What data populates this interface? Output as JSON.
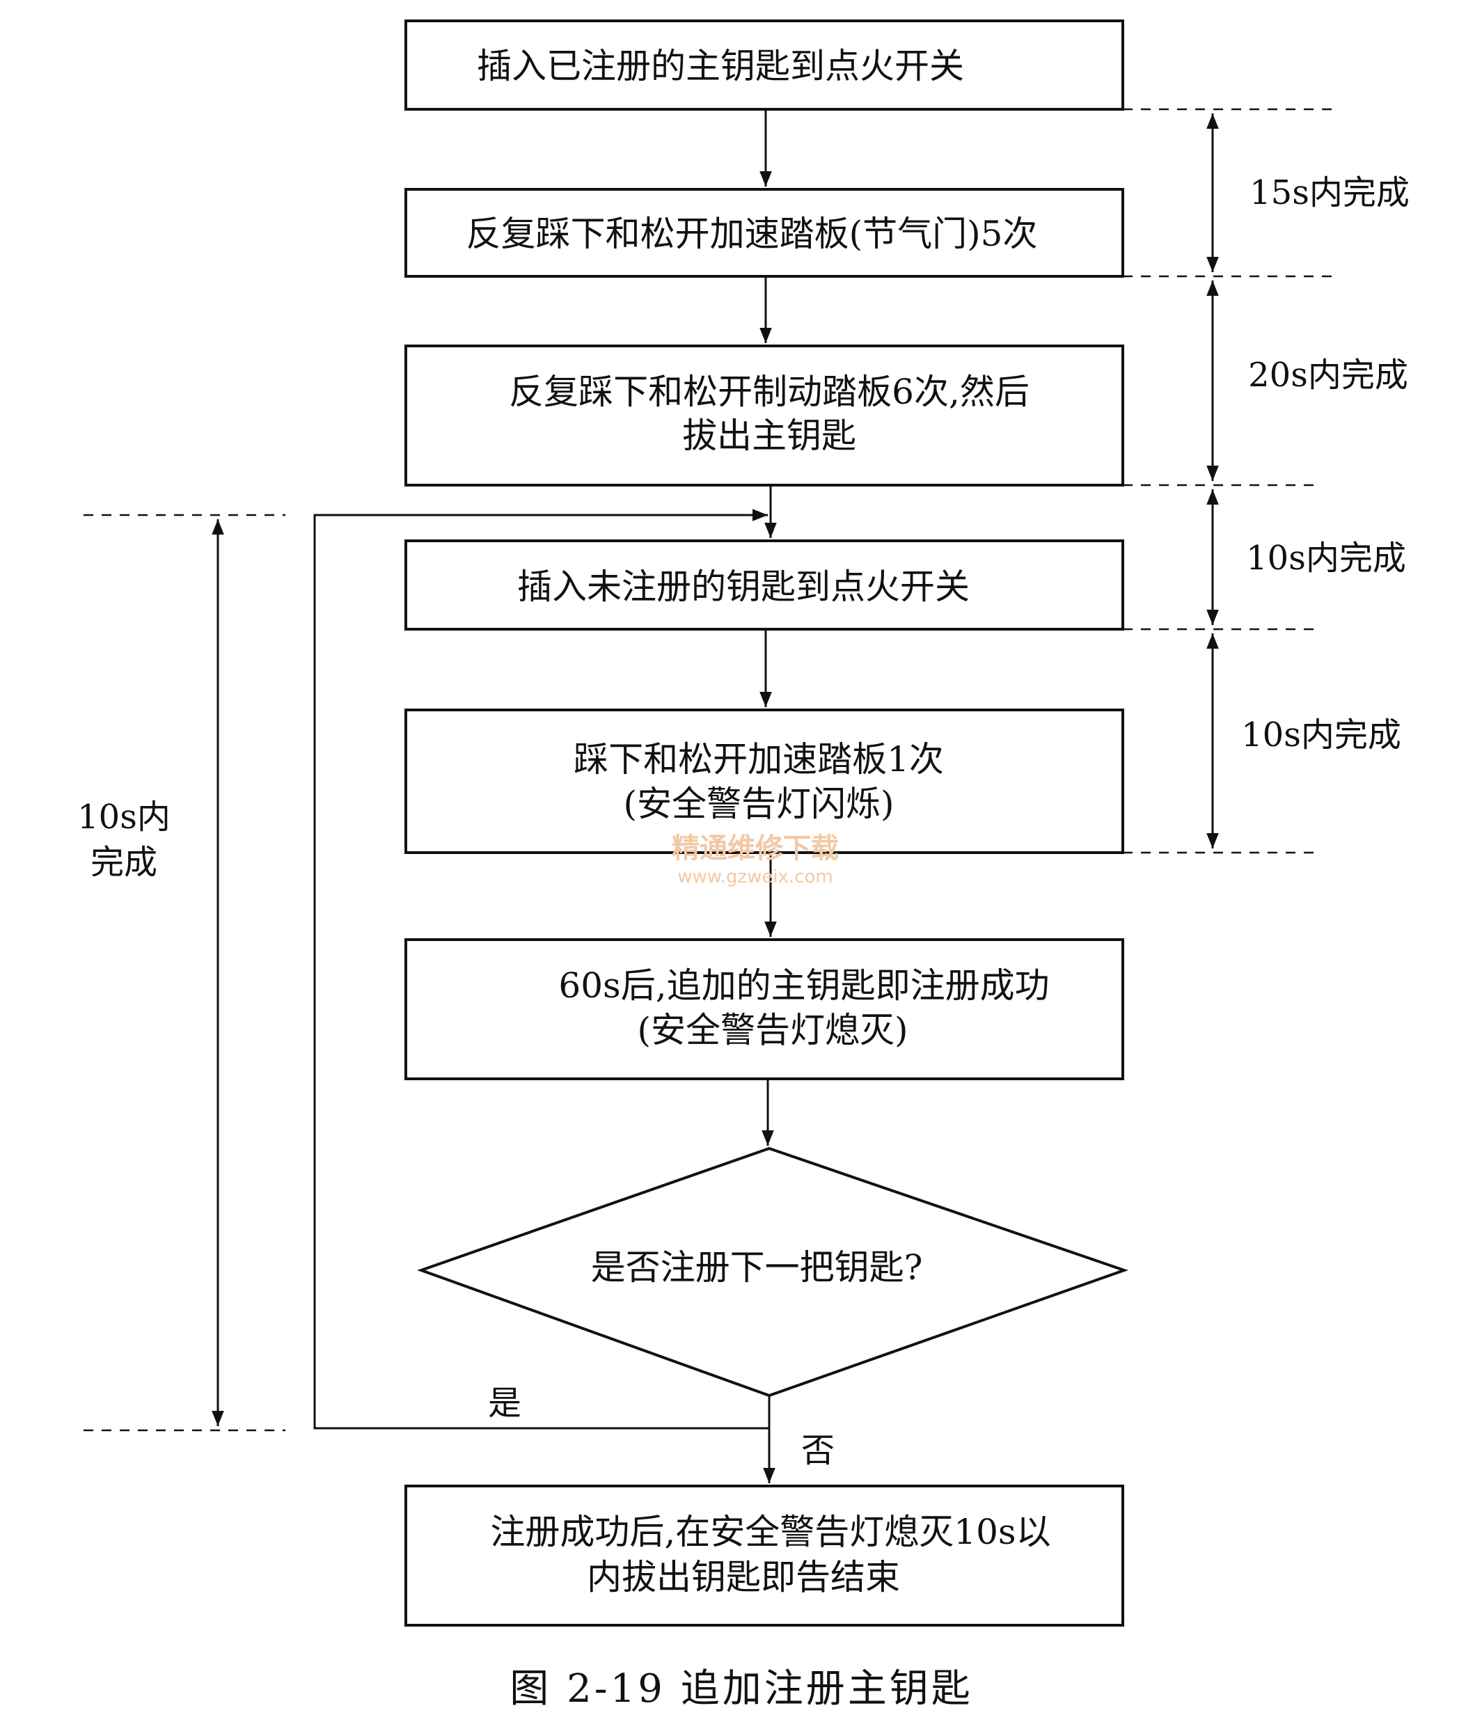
{
  "steps": {
    "s1": {
      "lines": [
        "插入已注册的主钥匙到点火开关"
      ]
    },
    "s2": {
      "lines": [
        "反复踩下和松开加速踏板(节气门)5次"
      ]
    },
    "s3": {
      "lines": [
        "反复踩下和松开制动踏板6次,然后",
        "拔出主钥匙"
      ]
    },
    "s4": {
      "lines": [
        "插入未注册的钥匙到点火开关"
      ]
    },
    "s5": {
      "lines": [
        "踩下和松开加速踏板1次",
        "(安全警告灯闪烁)"
      ]
    },
    "s6": {
      "lines": [
        "60s后,追加的主钥匙即注册成功",
        "(安全警告灯熄灭)"
      ]
    },
    "decision": {
      "text": "是否注册下一把钥匙?"
    },
    "end": {
      "lines": [
        "注册成功后,在安全警告灯熄灭10s以",
        "内拔出钥匙即告结束"
      ]
    }
  },
  "branches": {
    "yes": "是",
    "no": "否"
  },
  "timings": {
    "t1": "15s内完成",
    "t2": "20s内完成",
    "t3": "10s内完成",
    "t4": "10s内完成",
    "left": [
      "10s内",
      "完成"
    ]
  },
  "watermark": {
    "line1": "精通维修下载",
    "line2": "www.gzweix.com"
  },
  "caption": "图 2-19   追加注册主钥匙"
}
